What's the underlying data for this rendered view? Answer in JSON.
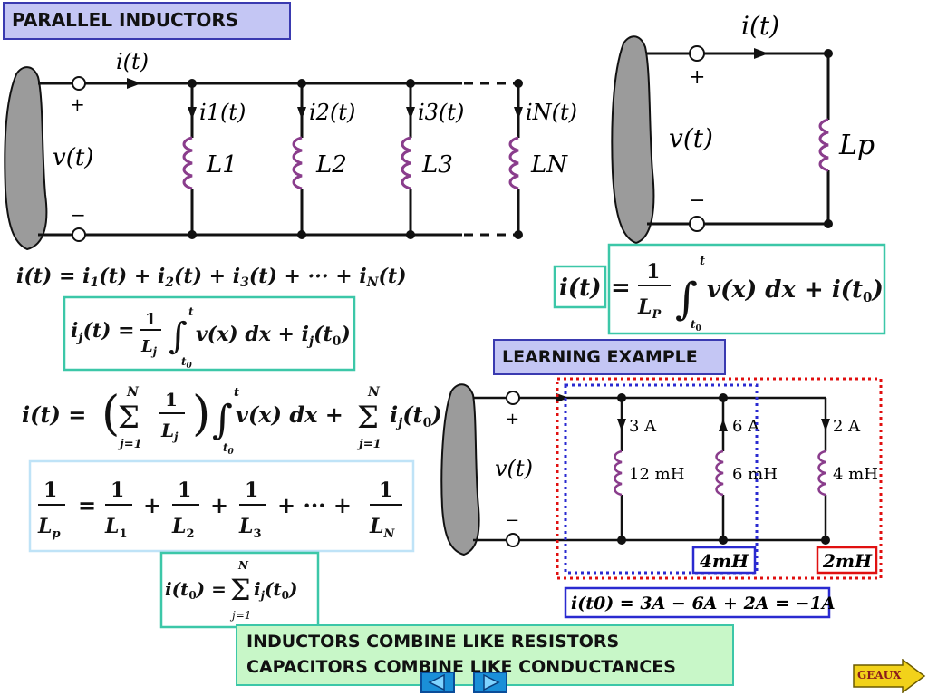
{
  "title": "PARALLEL INDUCTORS",
  "learning_example": "LEARNING EXAMPLE",
  "summary": {
    "line1": "INDUCTORS COMBINE LIKE RESISTORS",
    "line2": "CAPACITORS COMBINE LIKE CONDUCTANCES"
  },
  "next_label": "GEAUX",
  "circuit1": {
    "current": "i(t)",
    "plus": "+",
    "minus": "−",
    "voltage": "v(t)",
    "branches": [
      {
        "current": "i1(t)",
        "inductor": "L1"
      },
      {
        "current": "i2(t)",
        "inductor": "L2"
      },
      {
        "current": "i3(t)",
        "inductor": "L3"
      },
      {
        "current": "iN(t)",
        "inductor": "LN"
      }
    ]
  },
  "circuit2": {
    "current": "i(t)",
    "plus": "+",
    "minus": "−",
    "voltage": "v(t)",
    "inductor": "Lp"
  },
  "example": {
    "plus": "+",
    "minus": "−",
    "voltage": "v(t)",
    "branches": [
      {
        "current": "3 A",
        "inductance": "12 mH",
        "direction": "down"
      },
      {
        "current": "6 A",
        "inductance": "6 mH",
        "direction": "up"
      },
      {
        "current": "2 A",
        "inductance": "4 mH",
        "direction": "down"
      }
    ],
    "blue_equiv": "4mH",
    "red_equiv": "2mH",
    "initial_current": "i(t0) = 3A − 6A + 2A = −1A"
  },
  "colors": {
    "wire": "#111111",
    "inductor": "#8a3d8c",
    "source": "#9b9b9b",
    "teal": "#3cc7a8",
    "blue": "#2a2ad0",
    "red": "#e01010",
    "light_blue": "#bfe3f7"
  }
}
